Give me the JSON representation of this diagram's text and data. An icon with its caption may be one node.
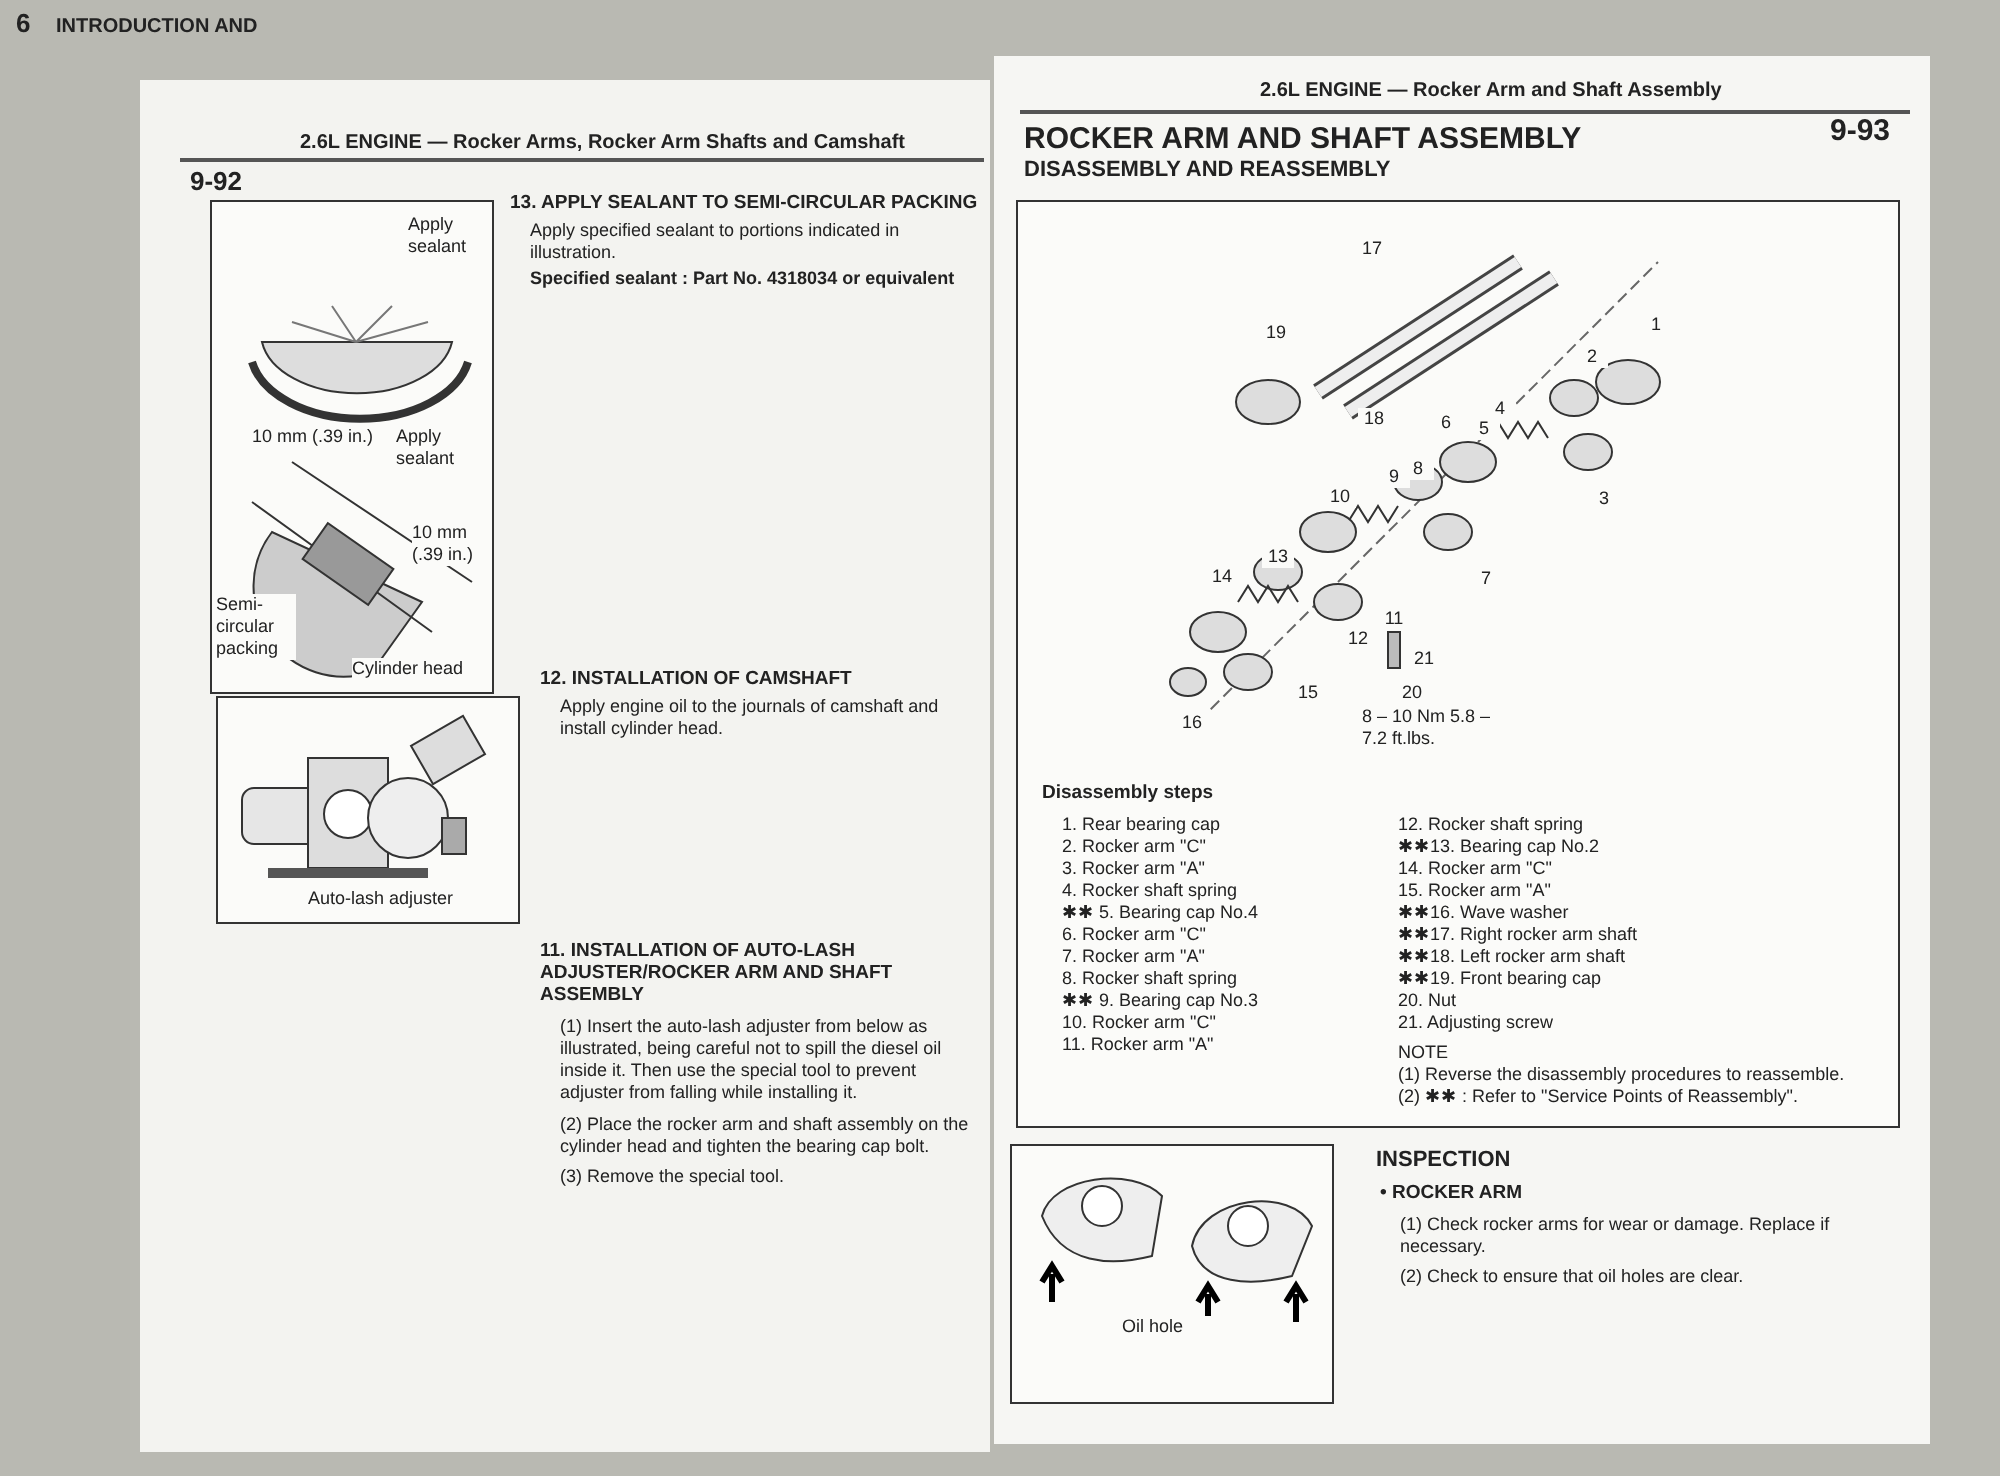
{
  "diagram": {
    "nodes": [
      {
        "text": [
          "Apply sealant",
          "10 mm (.39 in.)",
          "Apply sealant",
          "10 mm (.39 in.)",
          "Semi-circular packing",
          "Cylinder head"
        ]
      },
      {
        "text": [
          "Auto-lash adjuster"
        ]
      },
      {
        "text": [
          "1",
          "2",
          "3",
          "4",
          "5",
          "6",
          "7",
          "8",
          "9",
          "10",
          "11",
          "12",
          "13",
          "14",
          "15",
          "16",
          "17",
          "18",
          "19",
          "20",
          "21",
          "8 – 10 Nm 5.8 – 7.2 ft.lbs.",
          "Disassembly steps",
          "1. Rear bearing cap",
          "2. Rocker arm \"C\"",
          "3. Rocker arm \"A\"",
          "4. Rocker shaft spring",
          "✱✱ 5. Bearing cap No.4",
          "6. Rocker arm \"C\"",
          "7. Rocker arm \"A\"",
          "8. Rocker shaft spring",
          "✱✱ 9. Bearing cap No.3",
          "10. Rocker arm \"C\"",
          "11. Rocker arm \"A\"",
          "12. Rocker shaft spring",
          "✱✱13. Bearing cap No.2",
          "14. Rocker arm \"C\"",
          "15. Rocker arm \"A\"",
          "✱✱16. Wave washer",
          "✱✱17. Right rocker arm shaft",
          "✱✱18. Left rocker arm shaft",
          "✱✱19. Front bearing cap",
          "20. Nut",
          "21. Adjusting screw",
          "NOTE",
          "(1) Reverse the disassembly procedures to reassemble.",
          "(2) ✱✱ : Refer to \"Service Points of Reassembly\"."
        ]
      },
      {
        "text": [
          "Oil hole"
        ]
      }
    ],
    "labels": [
      "6",
      "INTRODUCTION AND",
      "9-92",
      "2.6L ENGINE — Rocker Arms, Rocker Arm Shafts and Camshaft",
      "13. APPLY SEALANT TO SEMI-CIRCULAR PACKING",
      "Apply specified sealant to portions indicated in illustration.",
      "Specified sealant : Part No. 4318034 or equivalent",
      "12. INSTALLATION OF CAMSHAFT",
      "Apply engine oil to the journals of camshaft and install cylinder head.",
      "11. INSTALLATION OF AUTO-LASH ADJUSTER/ROCKER ARM AND SHAFT ASSEMBLY",
      "(1) Insert the auto-lash adjuster from below as illustrated, being careful not to spill the diesel oil inside it. Then use the special tool to prevent adjuster from falling while installing it.",
      "(2) Place the rocker arm and shaft assembly on the cylinder head and tighten the bearing cap bolt.",
      "(3) Remove the special tool.",
      "2.6L ENGINE — Rocker Arm and Shaft Assembly",
      "9-93",
      "ROCKER ARM AND SHAFT ASSEMBLY",
      "DISASSEMBLY AND REASSEMBLY",
      "INSPECTION",
      "• ROCKER ARM",
      "(1) Check rocker arms for wear or damage. Replace if necessary.",
      "(2) Check to ensure that oil holes are clear."
    ]
  }
}
